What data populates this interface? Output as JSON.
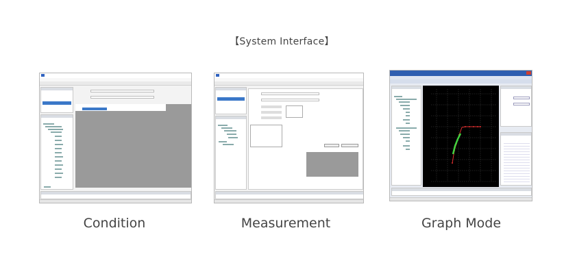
{
  "header": {
    "title": "【System Interface】"
  },
  "screens": [
    {
      "caption": "Condition"
    },
    {
      "caption": "Measurement"
    },
    {
      "caption": "Graph Mode"
    }
  ],
  "colors": {
    "selection": "#3b78c8",
    "graph_bg": "#000000",
    "graph_green": "#3fd23f",
    "graph_red": "#e03030",
    "graph_title_bar": "#2f5fb0"
  }
}
